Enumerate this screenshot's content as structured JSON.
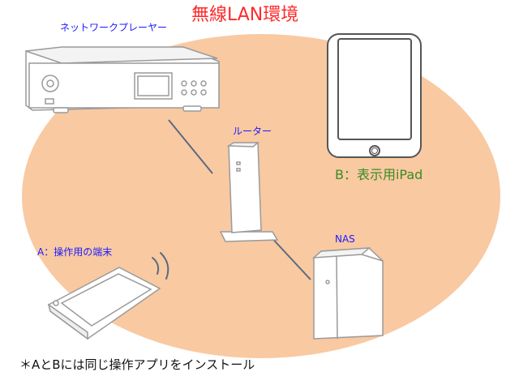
{
  "title": "無線LAN環境",
  "devices": {
    "player": {
      "label": "ネットワークプレーヤー",
      "icon": "network-player-icon"
    },
    "router": {
      "label": "ルーター",
      "icon": "router-icon"
    },
    "ipad": {
      "label": "B：表示用iPad",
      "icon": "tablet-icon"
    },
    "nas": {
      "label": "NAS",
      "icon": "nas-icon"
    },
    "terminal": {
      "label": "A：操作用の端末",
      "icon": "handheld-terminal-icon"
    }
  },
  "footnote": "＊AとBには同じ操作アプリをインストール",
  "colors": {
    "wireless_area": "#f9c9a2",
    "title": "#ff2a2a",
    "device_label": "#1a1aff",
    "ipad_label": "#3c8a24",
    "connection_line": "#5a6a80"
  }
}
